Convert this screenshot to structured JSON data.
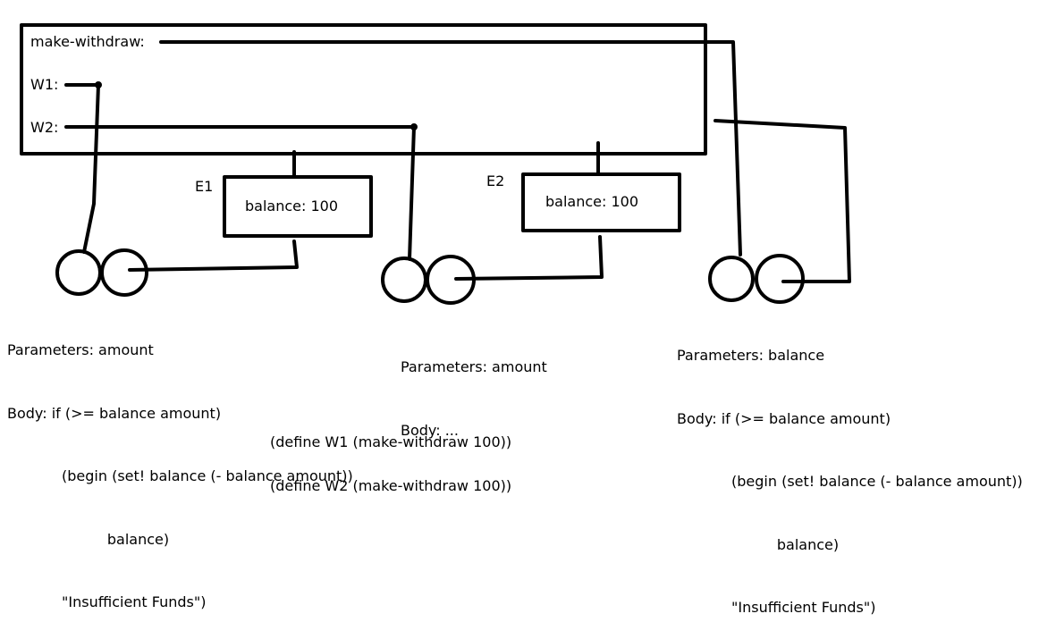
{
  "global_frame": {
    "bindings": [
      {
        "name": "make-withdraw:"
      },
      {
        "name": "W1:"
      },
      {
        "name": "W2:"
      }
    ]
  },
  "environments": [
    {
      "label": "E1",
      "binding": "balance: 100"
    },
    {
      "label": "E2",
      "binding": "balance: 100"
    }
  ],
  "procedures": [
    {
      "lines": [
        "Parameters: amount",
        "Body: if (>= balance amount)",
        "            (begin (set! balance (- balance amount))",
        "                      balance)",
        "            \"Insufficient Funds\")"
      ]
    },
    {
      "lines": [
        "Parameters: amount",
        "Body: ..."
      ]
    },
    {
      "lines": [
        "Parameters: balance",
        "Body: if (>= balance amount)",
        "            (begin (set! balance (- balance amount))",
        "                      balance)",
        "            \"Insufficient Funds\")"
      ]
    }
  ],
  "code": [
    "(define W1 (make-withdraw 100))",
    "(define W2 (make-withdraw 100))"
  ]
}
